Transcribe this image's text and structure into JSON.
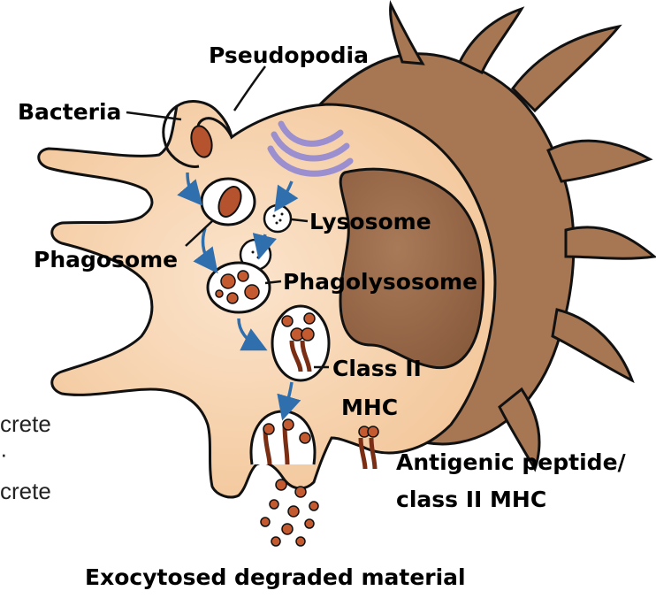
{
  "labels": {
    "pseudopodia": "Pseudopodia",
    "bacteria": "Bacteria",
    "phagosome": "Phagosome",
    "lysosome": "Lysosome",
    "phagolysosome": "Phagolysosome",
    "class_ii_line1": "Class II",
    "class_ii_line2": "MHC",
    "antigenic_line1": "Antigenic peptide/",
    "antigenic_line2": "class II MHC",
    "exocytosed": "Exocytosed degraded material"
  },
  "edge_text": {
    "line1": "crete",
    "line2": "·",
    "line3": "crete"
  },
  "colors": {
    "cell": "#f5cfa8",
    "cell_light": "#fbe4cc",
    "nucleus": "#9e6f4f",
    "back_cell": "#a77653",
    "bacteria": "#b5532e",
    "golgi": "#9b8fd0",
    "arrow": "#2f6fae",
    "outline": "#111111"
  }
}
